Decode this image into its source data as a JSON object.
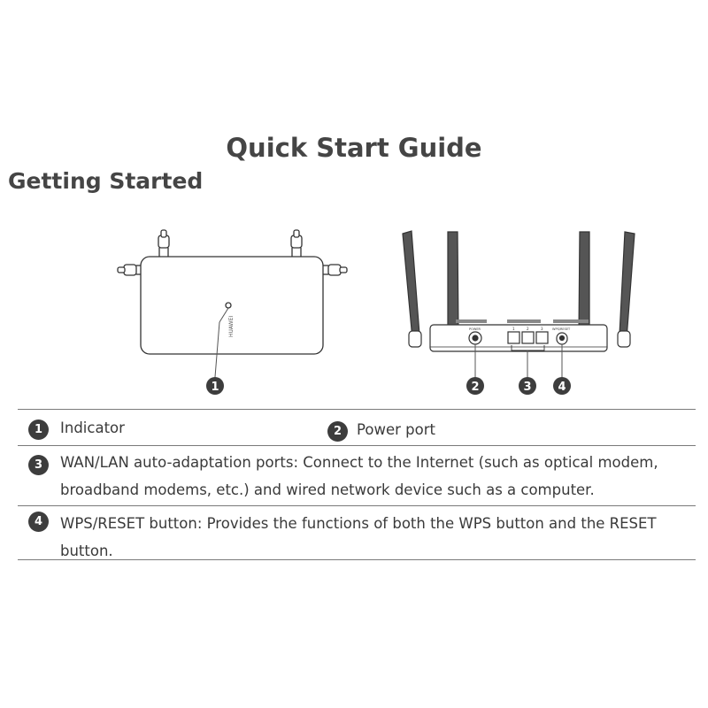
{
  "document": {
    "title": "Quick Start Guide",
    "section_title": "Getting Started"
  },
  "figure": {
    "front_brand": "HUAWEI",
    "port_labels": {
      "power": "POWER",
      "ports": [
        "1",
        "2",
        "3"
      ],
      "wps_reset": "WPS/RESET"
    },
    "callouts": [
      "1",
      "2",
      "3",
      "4"
    ]
  },
  "legend": [
    {
      "number": "1",
      "text": "Indicator"
    },
    {
      "number": "2",
      "text": "Power port"
    },
    {
      "number": "3",
      "text": "WAN/LAN auto-adaptation ports: Connect to the Internet (such as optical modem, broadband modems, etc.) and wired network device such as a computer."
    },
    {
      "number": "4",
      "text": "WPS/RESET button: Provides the functions of both the WPS button and the RESET button."
    }
  ]
}
